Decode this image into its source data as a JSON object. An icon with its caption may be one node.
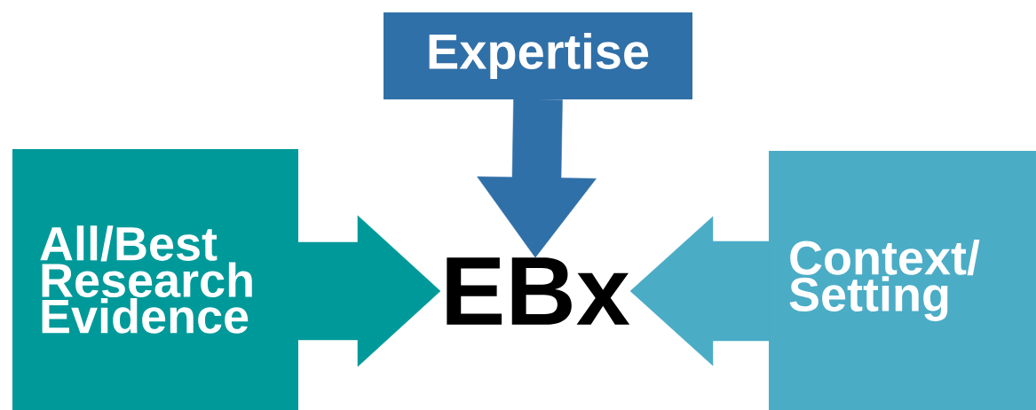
{
  "diagram": {
    "nodes": [
      {
        "text": [
          "Expertise"
        ]
      },
      {
        "text": [
          "All/Best Research Evidence"
        ]
      },
      {
        "text": [
          "EBx"
        ]
      },
      {
        "text": [
          "Context/ Setting"
        ]
      }
    ],
    "edges": [
      {
        "from": 0,
        "to": 2,
        "arrow": "to",
        "color": "#3070a8"
      },
      {
        "from": 1,
        "to": 2,
        "arrow": "to",
        "color": "#009999"
      },
      {
        "from": 3,
        "to": 2,
        "arrow": "to",
        "color": "#4bacc6"
      }
    ]
  }
}
